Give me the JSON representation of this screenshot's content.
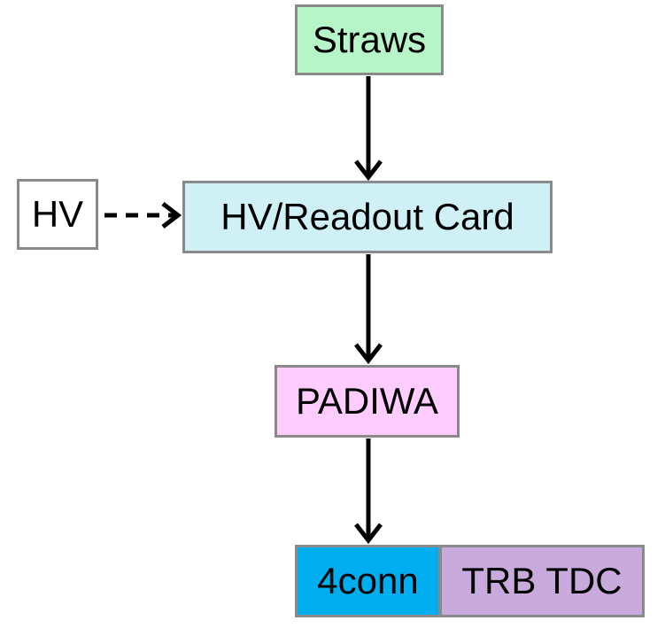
{
  "nodes": {
    "straws": {
      "label": "Straws",
      "color": "#b6f5c8"
    },
    "hv_readout": {
      "label": "HV/Readout Card",
      "color": "#cff0f5"
    },
    "hv": {
      "label": "HV",
      "color": "#ffffff"
    },
    "padiwa": {
      "label": "PADIWA",
      "color": "#ffccff"
    },
    "four_conn": {
      "label": "4conn",
      "color": "#00adef"
    },
    "trb_tdc": {
      "label": "TRB TDC",
      "color": "#c8aadc"
    }
  },
  "edges": [
    {
      "from": "straws",
      "to": "hv_readout",
      "style": "solid"
    },
    {
      "from": "hv",
      "to": "hv_readout",
      "style": "dashed"
    },
    {
      "from": "hv_readout",
      "to": "padiwa",
      "style": "solid"
    },
    {
      "from": "padiwa",
      "to": "four_conn",
      "style": "solid"
    }
  ],
  "colors": {
    "border": "#8a8a8a",
    "arrow": "#000000"
  }
}
